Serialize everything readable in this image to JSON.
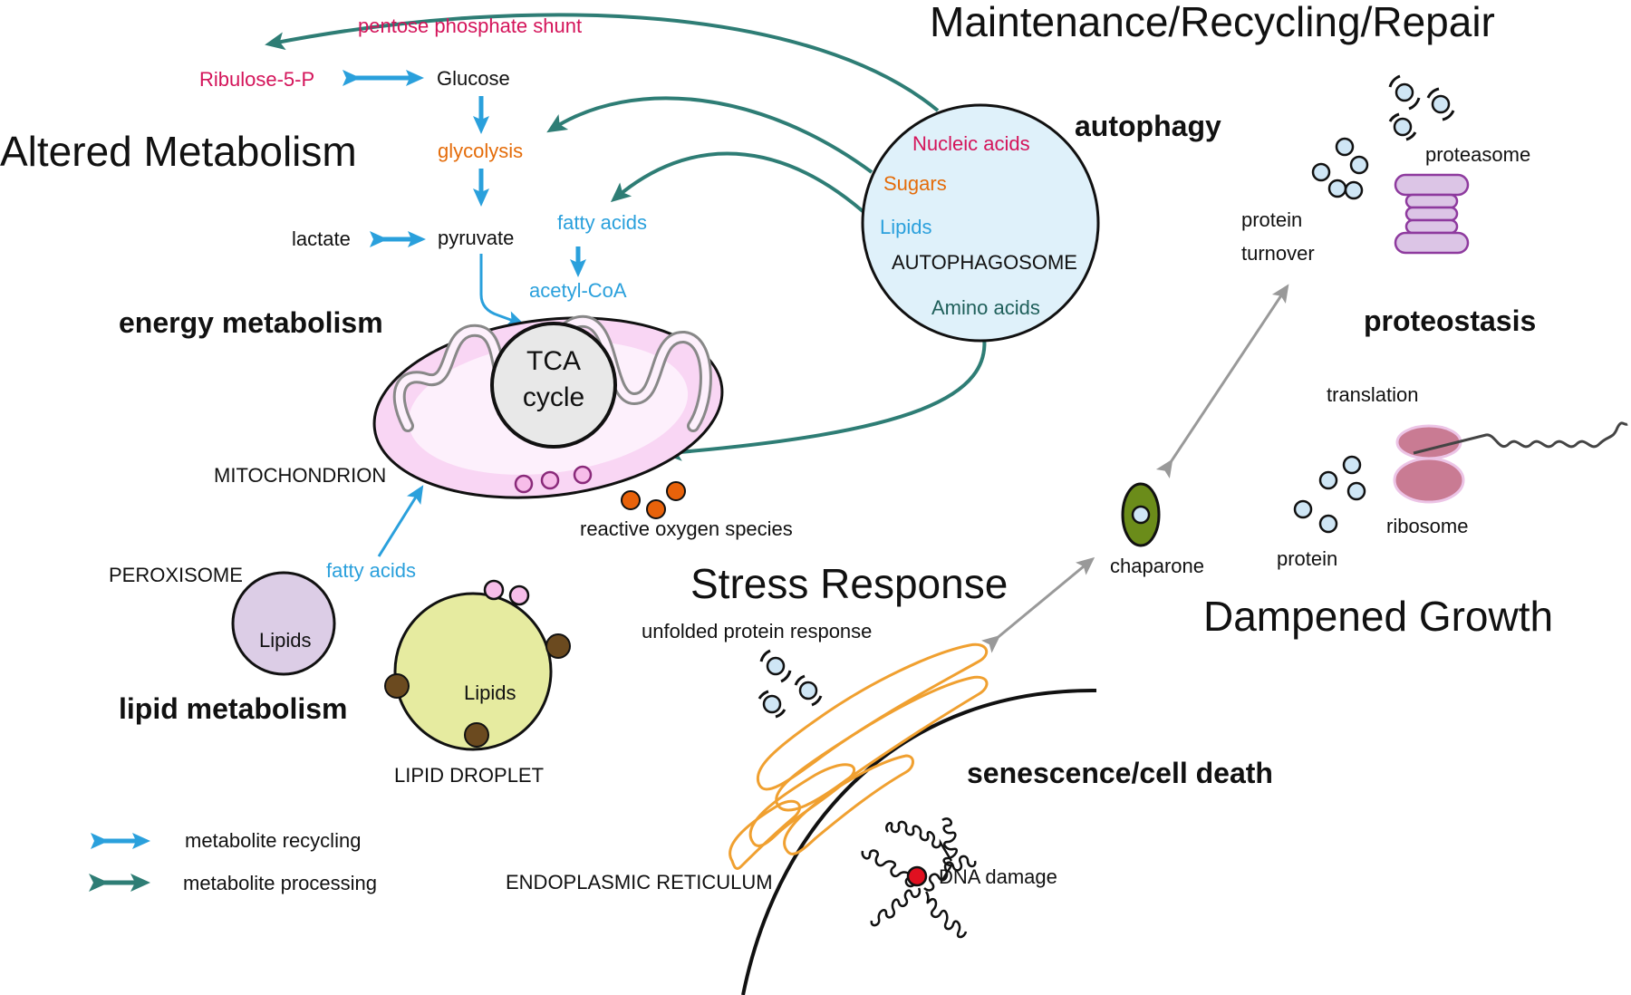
{
  "headings": {
    "altered_metabolism": "Altered Metabolism",
    "maintenance": "Maintenance/Recycling/Repair",
    "stress_response": "Stress Response",
    "dampened_growth": "Dampened Growth"
  },
  "sections": {
    "autophagy": "autophagy",
    "energy_metabolism": "energy metabolism",
    "proteostasis": "proteostasis",
    "lipid_metabolism": "lipid metabolism",
    "senescence": "senescence/cell death"
  },
  "metabolism": {
    "pentose_shunt": "pentose phosphate shunt",
    "ribulose": "Ribulose-5-P",
    "glucose": "Glucose",
    "glycolysis": "glycolysis",
    "lactate": "lactate",
    "pyruvate": "pyruvate",
    "fatty_acids_top": "fatty acids",
    "acetyl_coa": "acetyl-CoA",
    "tca_line1": "TCA",
    "tca_line2": "cycle",
    "mitochondrion": "MITOCHONDRION",
    "ros": "reactive oxygen species"
  },
  "autophagosome": {
    "nucleic_acids": "Nucleic acids",
    "sugars": "Sugars",
    "lipids": "Lipids",
    "label": "AUTOPHAGOSOME",
    "amino_acids": "Amino acids"
  },
  "proteostasis": {
    "proteasome": "proteasome",
    "protein_turnover_1": "protein",
    "protein_turnover_2": "turnover",
    "translation": "translation",
    "ribosome": "ribosome",
    "protein": "protein",
    "chaparone": "chaparone"
  },
  "lipids": {
    "peroxisome": "PEROXISOME",
    "fatty_acids": "fatty acids",
    "peroxisome_lipids": "Lipids",
    "droplet_lipids": "Lipids",
    "lipid_droplet": "LIPID DROPLET"
  },
  "stress": {
    "upr": "unfolded protein response",
    "er": "ENDOPLASMIC RETICULUM",
    "dna_damage": "DNA damage"
  },
  "legend": {
    "recycling": "metabolite recycling",
    "processing": "metabolite processing"
  },
  "colors": {
    "recycling_arrow": "#2aa0dc",
    "processing_arrow": "#2e7d75",
    "pink_text": "#d4145a",
    "orange_text": "#e46c0a",
    "mito_fill": "#f9d6f4",
    "autophagosome_fill": "#dff1fa",
    "droplet_fill": "#e6eba0",
    "peroxisome_fill": "#dccde6",
    "er_color": "#f0a030"
  }
}
